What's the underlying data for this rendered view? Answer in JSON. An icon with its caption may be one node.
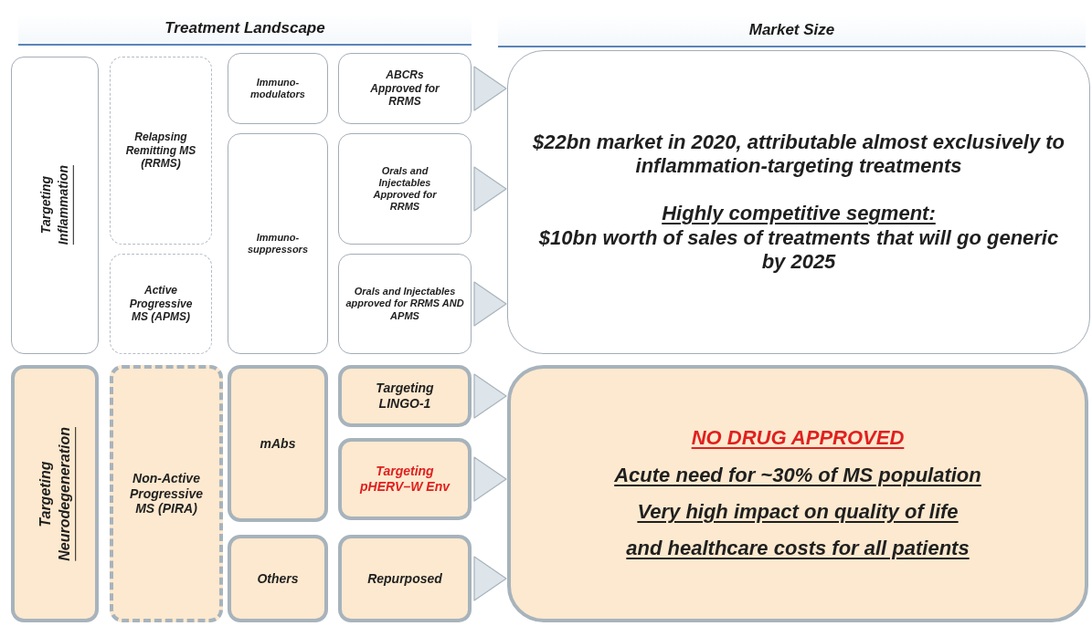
{
  "diagram": {
    "nodes": [
      {
        "text": [
          "Targeting",
          "Inflammation"
        ]
      },
      {
        "text": [
          "Relapsing Remitting MS (RRMS)"
        ]
      },
      {
        "text": [
          "Active Progressive MS (APMS)"
        ]
      },
      {
        "text": [
          "Immuno-modulators"
        ]
      },
      {
        "text": [
          "ABCRs Approved for RRMS"
        ]
      },
      {
        "text": [
          "Immuno-suppressors"
        ]
      },
      {
        "text": [
          "Orals and Injectables Approved for RRMS"
        ]
      },
      {
        "text": [
          "Orals and Injectables approved for RRMS AND APMS"
        ]
      },
      {
        "text": [
          "$22bn market in 2020, attributable almost exclusively to inflammation-targeting treatments",
          "Highly competitive segment:",
          "$10bn worth of sales of treatments that will go generic by 2025"
        ]
      },
      {
        "text": [
          "Targeting",
          "Neurodegeneration"
        ]
      },
      {
        "text": [
          "Non-Active Progressive MS (PIRA)"
        ]
      },
      {
        "text": [
          "mAbs"
        ]
      },
      {
        "text": [
          "Targeting LINGO-1"
        ]
      },
      {
        "text": [
          "Targeting pHERV–W Env"
        ]
      },
      {
        "text": [
          "Others"
        ]
      },
      {
        "text": [
          "Repurposed"
        ]
      },
      {
        "text": [
          "NO DRUG APPROVED",
          "Acute need for ~30% of MS population",
          "Very high impact on quality of life",
          "and healthcare costs for all patients"
        ]
      }
    ],
    "edges": [
      {
        "from": 4,
        "to": 8,
        "arrow": "to"
      },
      {
        "from": 6,
        "to": 8,
        "arrow": "to"
      },
      {
        "from": 7,
        "to": 8,
        "arrow": "to"
      },
      {
        "from": 12,
        "to": 16,
        "arrow": "to"
      },
      {
        "from": 13,
        "to": 16,
        "arrow": "to"
      },
      {
        "from": 15,
        "to": 16,
        "arrow": "to"
      }
    ],
    "labels": [
      "Treatment Landscape",
      "Market Size"
    ]
  }
}
